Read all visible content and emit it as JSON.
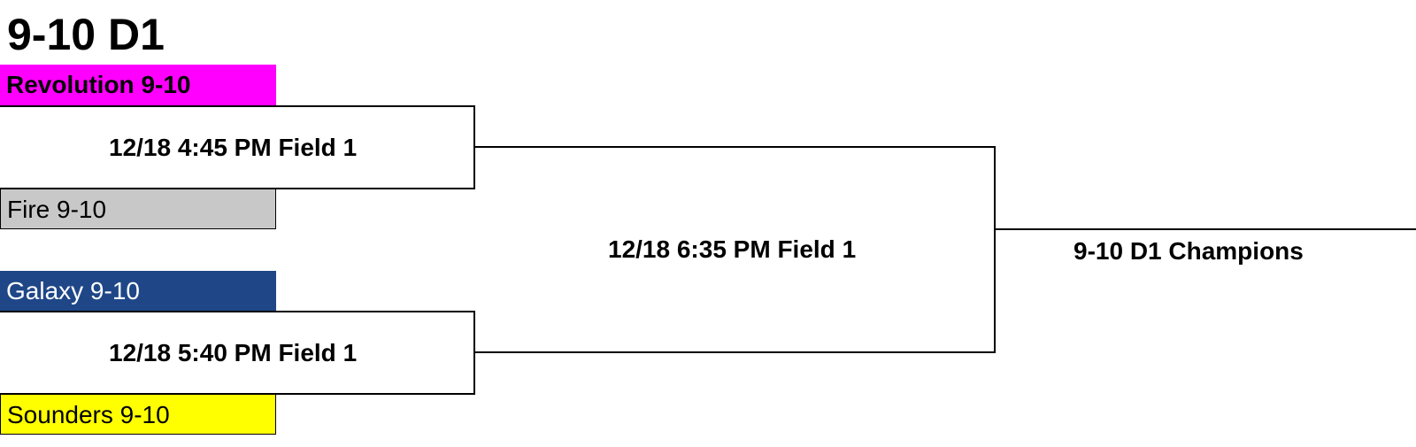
{
  "bracket": {
    "title": "9-10 D1",
    "teams": [
      {
        "name": "Revolution 9-10",
        "color": "#ff00ff",
        "text_color": "#000000",
        "bold": true
      },
      {
        "name": "Fire 9-10",
        "color": "#c8c8c8",
        "text_color": "#000000",
        "bold": false
      },
      {
        "name": "Galaxy 9-10",
        "color": "#1f4788",
        "text_color": "#ffffff",
        "bold": false
      },
      {
        "name": "Sounders 9-10",
        "color": "#ffff00",
        "text_color": "#000000",
        "bold": false
      }
    ],
    "games": {
      "semi1": "12/18 4:45 PM Field 1",
      "semi2": "12/18 5:40 PM Field 1",
      "final": "12/18 6:35 PM Field 1"
    },
    "champion_label": "9-10 D1 Champions"
  }
}
